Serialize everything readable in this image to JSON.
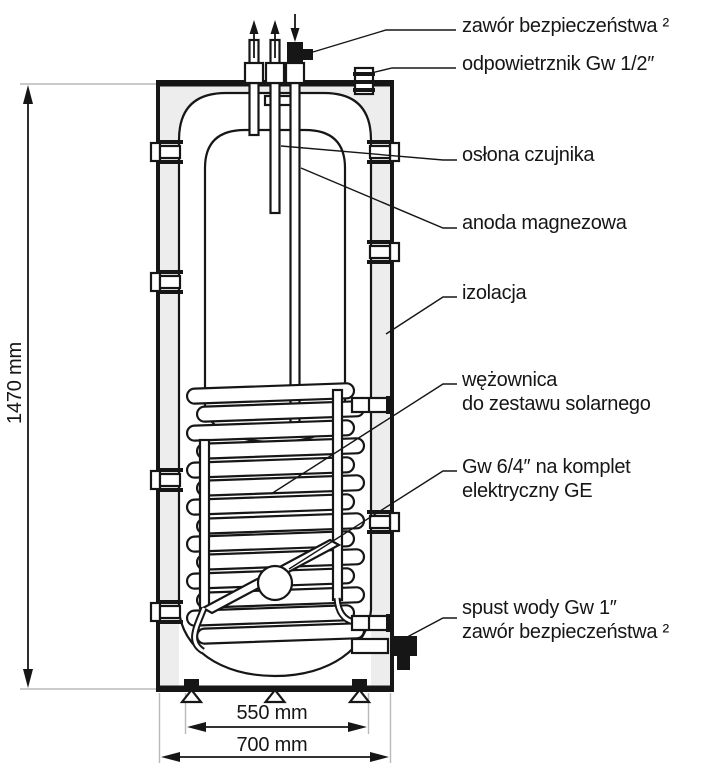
{
  "diagram": {
    "labels": {
      "safety_valve_top": "zawór bezpieczeństwa ²",
      "air_vent": "odpowietrznik Gw 1/2″",
      "sensor_sheath": "osłona czujnika",
      "magnesium_anode": "anoda magnezowa",
      "insulation": "izolacja",
      "solar_coil_line1": "wężownica",
      "solar_coil_line2": "do zestawu solarnego",
      "electric_set_line1": "Gw 6/4″ na komplet",
      "electric_set_line2": "elektryczny GE",
      "drain_line1": "spust wody Gw 1″",
      "drain_line2": "zawór bezpieczeństwa ²"
    },
    "dimensions": {
      "height_total": "1470 mm",
      "width_inner": "550 mm",
      "width_outer": "700 mm"
    },
    "colors": {
      "line": "#161616",
      "insulation_fill": "#ededed",
      "ext": "#b9b9b9"
    }
  }
}
